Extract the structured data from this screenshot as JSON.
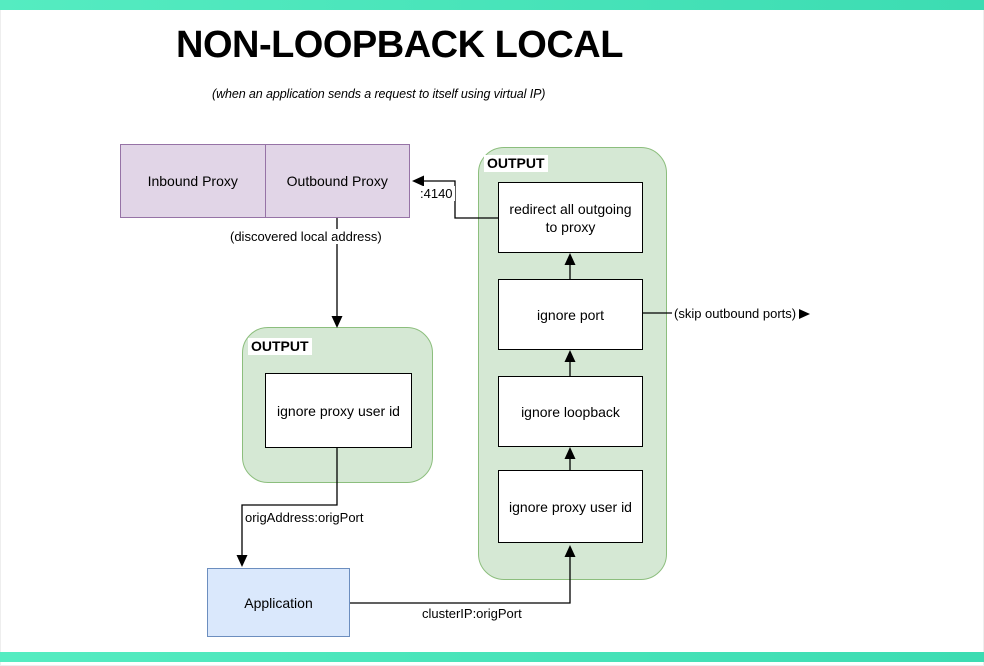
{
  "title": "NON-LOOPBACK LOCAL",
  "subtitle": "(when an application sends a request to itself using virtual IP)",
  "diagram": {
    "proxies": {
      "inbound": "Inbound Proxy",
      "outbound": "Outbound Proxy"
    },
    "left_output": {
      "title": "OUTPUT",
      "box": "ignore proxy user id"
    },
    "right_output": {
      "title": "OUTPUT",
      "boxes": [
        "redirect all outgoing to proxy",
        "ignore port",
        "ignore loopback",
        "ignore proxy user id"
      ]
    },
    "application": {
      "label": "Application"
    },
    "labels": {
      "port": ":4140",
      "discovered_local_address": "(discovered local address)",
      "orig_address": "origAddress:origPort",
      "cluster_ip": "clusterIP:origPort",
      "skip_outbound": "(skip outbound ports)"
    },
    "colors": {
      "accent": "#45E3B2",
      "purple_fill": "#E1D5E7",
      "purple_stroke": "#9673A6",
      "green_fill": "#D5E8D4",
      "green_stroke": "#8CBE7D",
      "blue_fill": "#DAE8FC",
      "blue_stroke": "#6C8EBF",
      "node_stroke": "#000000"
    }
  }
}
